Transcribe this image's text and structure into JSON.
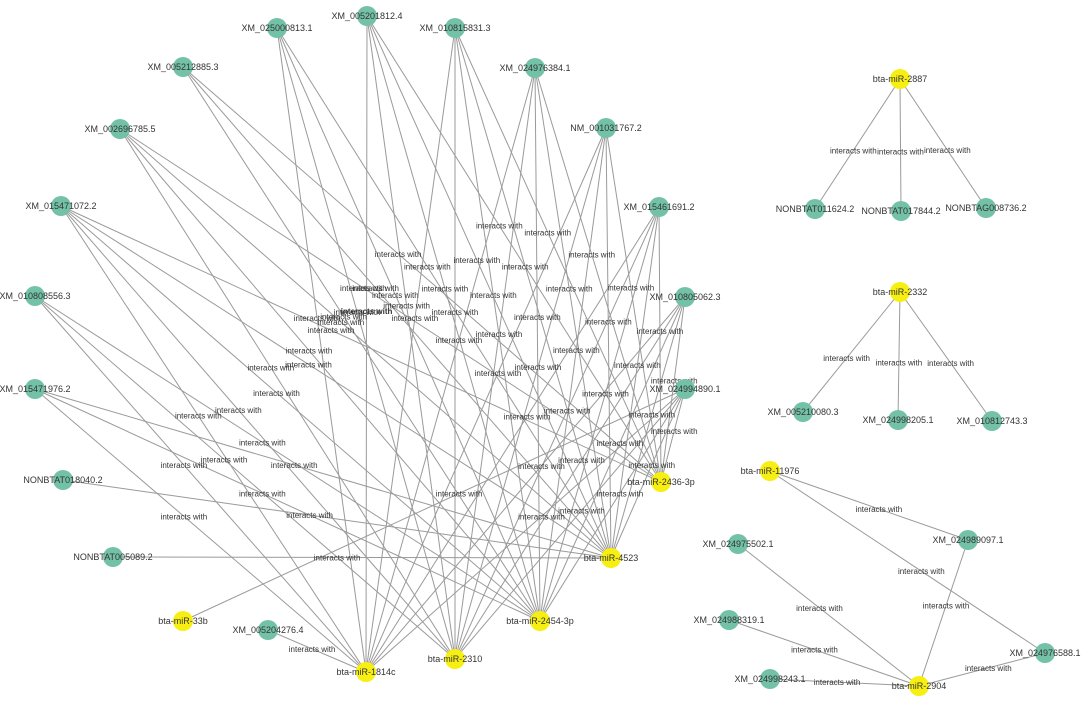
{
  "colors": {
    "target_node": "#73c2a8",
    "mirna_node": "#f7ef12",
    "edge": "#9a9a9a",
    "text": "#333333"
  },
  "edge_label": "interacts with",
  "nodes": [
    {
      "id": "XM_005201812.4",
      "type": "target"
    },
    {
      "id": "XM_025000813.1",
      "type": "target"
    },
    {
      "id": "XM_010815831.3",
      "type": "target"
    },
    {
      "id": "XM_005212885.3",
      "type": "target"
    },
    {
      "id": "XM_024976384.1",
      "type": "target"
    },
    {
      "id": "XM_002696785.5",
      "type": "target"
    },
    {
      "id": "NM_001031767.2",
      "type": "target"
    },
    {
      "id": "XM_015471072.2",
      "type": "target"
    },
    {
      "id": "XM_015461691.2",
      "type": "target"
    },
    {
      "id": "XM_010808556.3",
      "type": "target"
    },
    {
      "id": "XM_010805062.3",
      "type": "target"
    },
    {
      "id": "XM_015471976.2",
      "type": "target"
    },
    {
      "id": "XM_024994890.1",
      "type": "target"
    },
    {
      "id": "NONBTAT018040.2",
      "type": "target"
    },
    {
      "id": "NONBTAT005089.2",
      "type": "target"
    },
    {
      "id": "XM_005204276.4",
      "type": "target"
    },
    {
      "id": "bta-miR-33b",
      "type": "mirna"
    },
    {
      "id": "bta-miR-1814c",
      "type": "mirna"
    },
    {
      "id": "bta-miR-2310",
      "type": "mirna"
    },
    {
      "id": "bta-miR-2454-3p",
      "type": "mirna"
    },
    {
      "id": "bta-miR-4523",
      "type": "mirna"
    },
    {
      "id": "bta-miR-2436-3p",
      "type": "mirna"
    },
    {
      "id": "bta-miR-2887",
      "type": "mirna"
    },
    {
      "id": "NONBTAT011624.2",
      "type": "target"
    },
    {
      "id": "NONBTAT017844.2",
      "type": "target"
    },
    {
      "id": "NONBTAG008736.2",
      "type": "target"
    },
    {
      "id": "bta-miR-2332",
      "type": "mirna"
    },
    {
      "id": "XM_005210080.3",
      "type": "target"
    },
    {
      "id": "XM_024998205.1",
      "type": "target"
    },
    {
      "id": "XM_010812743.3",
      "type": "target"
    },
    {
      "id": "bta-miR-11976",
      "type": "mirna"
    },
    {
      "id": "XM_024989097.1",
      "type": "target"
    },
    {
      "id": "XM_024975502.1",
      "type": "target"
    },
    {
      "id": "XM_024988319.1",
      "type": "target"
    },
    {
      "id": "XM_024976588.1",
      "type": "target"
    },
    {
      "id": "XM_024998243.1",
      "type": "target"
    },
    {
      "id": "bta-miR-2904",
      "type": "mirna"
    }
  ],
  "edges": [
    {
      "s": "bta-miR-1814c",
      "t": "XM_005201812.4"
    },
    {
      "s": "bta-miR-1814c",
      "t": "XM_025000813.1"
    },
    {
      "s": "bta-miR-1814c",
      "t": "XM_010815831.3"
    },
    {
      "s": "bta-miR-1814c",
      "t": "XM_024976384.1"
    },
    {
      "s": "bta-miR-1814c",
      "t": "NM_001031767.2"
    },
    {
      "s": "bta-miR-1814c",
      "t": "XM_015461691.2"
    },
    {
      "s": "bta-miR-1814c",
      "t": "XM_010805062.3"
    },
    {
      "s": "bta-miR-1814c",
      "t": "XM_024994890.1"
    },
    {
      "s": "bta-miR-1814c",
      "t": "XM_015471072.2"
    },
    {
      "s": "bta-miR-1814c",
      "t": "XM_010808556.3"
    },
    {
      "s": "bta-miR-1814c",
      "t": "XM_015471976.2"
    },
    {
      "s": "bta-miR-2310",
      "t": "XM_005201812.4"
    },
    {
      "s": "bta-miR-2310",
      "t": "XM_025000813.1"
    },
    {
      "s": "bta-miR-2310",
      "t": "XM_010815831.3"
    },
    {
      "s": "bta-miR-2310",
      "t": "XM_024976384.1"
    },
    {
      "s": "bta-miR-2310",
      "t": "NM_001031767.2"
    },
    {
      "s": "bta-miR-2310",
      "t": "XM_015461691.2"
    },
    {
      "s": "bta-miR-2310",
      "t": "XM_010805062.3"
    },
    {
      "s": "bta-miR-2310",
      "t": "XM_024994890.1"
    },
    {
      "s": "bta-miR-2310",
      "t": "XM_002696785.5"
    },
    {
      "s": "bta-miR-2310",
      "t": "XM_015471072.2"
    },
    {
      "s": "bta-miR-2310",
      "t": "XM_010808556.3"
    },
    {
      "s": "bta-miR-2454-3p",
      "t": "XM_005201812.4"
    },
    {
      "s": "bta-miR-2454-3p",
      "t": "XM_025000813.1"
    },
    {
      "s": "bta-miR-2454-3p",
      "t": "XM_010815831.3"
    },
    {
      "s": "bta-miR-2454-3p",
      "t": "XM_024976384.1"
    },
    {
      "s": "bta-miR-2454-3p",
      "t": "NM_001031767.2"
    },
    {
      "s": "bta-miR-2454-3p",
      "t": "XM_015461691.2"
    },
    {
      "s": "bta-miR-2454-3p",
      "t": "XM_010805062.3"
    },
    {
      "s": "bta-miR-2454-3p",
      "t": "XM_024994890.1"
    },
    {
      "s": "bta-miR-2454-3p",
      "t": "XM_005212885.3"
    },
    {
      "s": "bta-miR-2454-3p",
      "t": "XM_002696785.5"
    },
    {
      "s": "bta-miR-2454-3p",
      "t": "XM_015471072.2"
    },
    {
      "s": "bta-miR-2454-3p",
      "t": "XM_010808556.3"
    },
    {
      "s": "bta-miR-2454-3p",
      "t": "XM_015471976.2"
    },
    {
      "s": "bta-miR-4523",
      "t": "XM_005201812.4"
    },
    {
      "s": "bta-miR-4523",
      "t": "XM_025000813.1"
    },
    {
      "s": "bta-miR-4523",
      "t": "XM_010815831.3"
    },
    {
      "s": "bta-miR-4523",
      "t": "XM_024976384.1"
    },
    {
      "s": "bta-miR-4523",
      "t": "NM_001031767.2"
    },
    {
      "s": "bta-miR-4523",
      "t": "XM_015461691.2"
    },
    {
      "s": "bta-miR-4523",
      "t": "XM_010805062.3"
    },
    {
      "s": "bta-miR-4523",
      "t": "XM_024994890.1"
    },
    {
      "s": "bta-miR-4523",
      "t": "XM_005212885.3"
    },
    {
      "s": "bta-miR-4523",
      "t": "XM_002696785.5"
    },
    {
      "s": "bta-miR-4523",
      "t": "XM_015471072.2"
    },
    {
      "s": "bta-miR-4523",
      "t": "XM_015471976.2"
    },
    {
      "s": "bta-miR-4523",
      "t": "NONBTAT018040.2"
    },
    {
      "s": "bta-miR-4523",
      "t": "NONBTAT005089.2"
    },
    {
      "s": "bta-miR-2436-3p",
      "t": "XM_005201812.4"
    },
    {
      "s": "bta-miR-2436-3p",
      "t": "XM_010815831.3"
    },
    {
      "s": "bta-miR-2436-3p",
      "t": "XM_024976384.1"
    },
    {
      "s": "bta-miR-2436-3p",
      "t": "NM_001031767.2"
    },
    {
      "s": "bta-miR-2436-3p",
      "t": "XM_015461691.2"
    },
    {
      "s": "bta-miR-2436-3p",
      "t": "XM_010805062.3"
    },
    {
      "s": "bta-miR-2436-3p",
      "t": "XM_024994890.1"
    },
    {
      "s": "bta-miR-2436-3p",
      "t": "XM_005212885.3"
    },
    {
      "s": "bta-miR-2436-3p",
      "t": "XM_002696785.5"
    },
    {
      "s": "bta-miR-2436-3p",
      "t": "XM_015471072.2"
    },
    {
      "s": "bta-miR-33b",
      "t": "XM_024994890.1"
    },
    {
      "s": "bta-miR-1814c",
      "t": "XM_005204276.4"
    },
    {
      "s": "bta-miR-2887",
      "t": "NONBTAT011624.2"
    },
    {
      "s": "bta-miR-2887",
      "t": "NONBTAT017844.2"
    },
    {
      "s": "bta-miR-2887",
      "t": "NONBTAG008736.2"
    },
    {
      "s": "bta-miR-2332",
      "t": "XM_005210080.3"
    },
    {
      "s": "bta-miR-2332",
      "t": "XM_024998205.1"
    },
    {
      "s": "bta-miR-2332",
      "t": "XM_010812743.3"
    },
    {
      "s": "bta-miR-11976",
      "t": "XM_024989097.1"
    },
    {
      "s": "bta-miR-11976",
      "t": "XM_024976588.1"
    },
    {
      "s": "bta-miR-2904",
      "t": "XM_024989097.1"
    },
    {
      "s": "bta-miR-2904",
      "t": "XM_024975502.1"
    },
    {
      "s": "bta-miR-2904",
      "t": "XM_024988319.1"
    },
    {
      "s": "bta-miR-2904",
      "t": "XM_024976588.1"
    },
    {
      "s": "bta-miR-2904",
      "t": "XM_024998243.1"
    }
  ]
}
